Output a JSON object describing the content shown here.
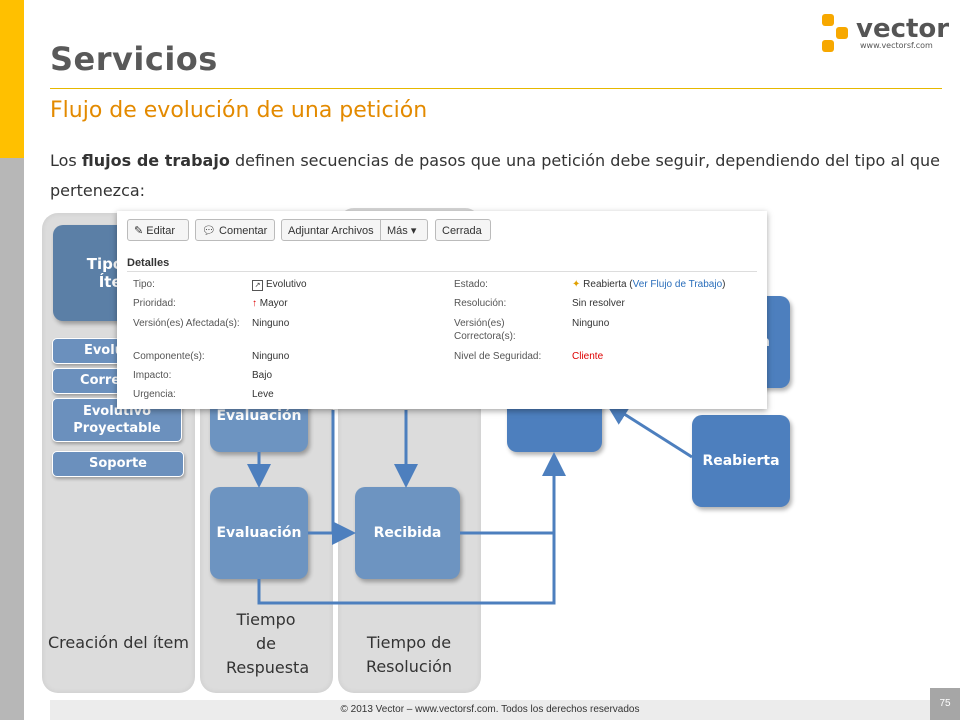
{
  "slide": {
    "title": "Servicios",
    "subtitle": "Flujo de evolución de una petición",
    "intro": {
      "part1": "Los ",
      "bold": "flujos de trabajo",
      "part2": " definen secuencias de pasos que una petición debe seguir, dependiendo del tipo al que pertenezca:"
    },
    "logo": {
      "name": "vector",
      "url": "www.vectorsf.com",
      "color": "#f7a800"
    },
    "footer": "© 2013 Vector – www.vectorsf.com. Todos los derechos reservados",
    "page_number": "75"
  },
  "diagram": {
    "columns": [
      {
        "label": "Creación del ítem"
      },
      {
        "label": "Tiempo de Respuesta"
      },
      {
        "label": "Tiempo de Resolución"
      }
    ],
    "tipo_box": "Tipo de Ítem",
    "types": [
      "Evolutivo",
      "Correctivo",
      "Evolutivo Proyectable",
      "Soporte"
    ],
    "steps": {
      "eval_top": "Evaluación",
      "evaluacion": "Evaluación",
      "recibida": "Recibida",
      "reabierta": "Reabierta",
      "right_partial": "a"
    }
  },
  "issue_panel": {
    "toolbar": {
      "editar": "Editar",
      "comentar": "Comentar",
      "adjuntar": "Adjuntar Archivos",
      "mas": "Más",
      "cerrada": "Cerrada"
    },
    "section": "Detalles",
    "left": [
      {
        "label": "Tipo:",
        "value": "Evolutivo"
      },
      {
        "label": "Prioridad:",
        "value": "Mayor"
      },
      {
        "label": "Versión(es) Afectada(s):",
        "value": "Ninguno"
      },
      {
        "label": "Componente(s):",
        "value": "Ninguno"
      },
      {
        "label": "Impacto:",
        "value": "Bajo"
      },
      {
        "label": "Urgencia:",
        "value": "Leve"
      }
    ],
    "right": [
      {
        "label": "Estado:",
        "value": "Reabierta",
        "link": "Ver Flujo de Trabajo"
      },
      {
        "label": "Resolución:",
        "value": "Sin resolver"
      },
      {
        "label": "Versión(es) Correctora(s):",
        "value": "Ninguno"
      },
      {
        "label": "Nivel de Seguridad:",
        "value": "Cliente"
      }
    ],
    "colors": {
      "security_value": "#dd0000",
      "link": "#2a6ebb"
    }
  }
}
